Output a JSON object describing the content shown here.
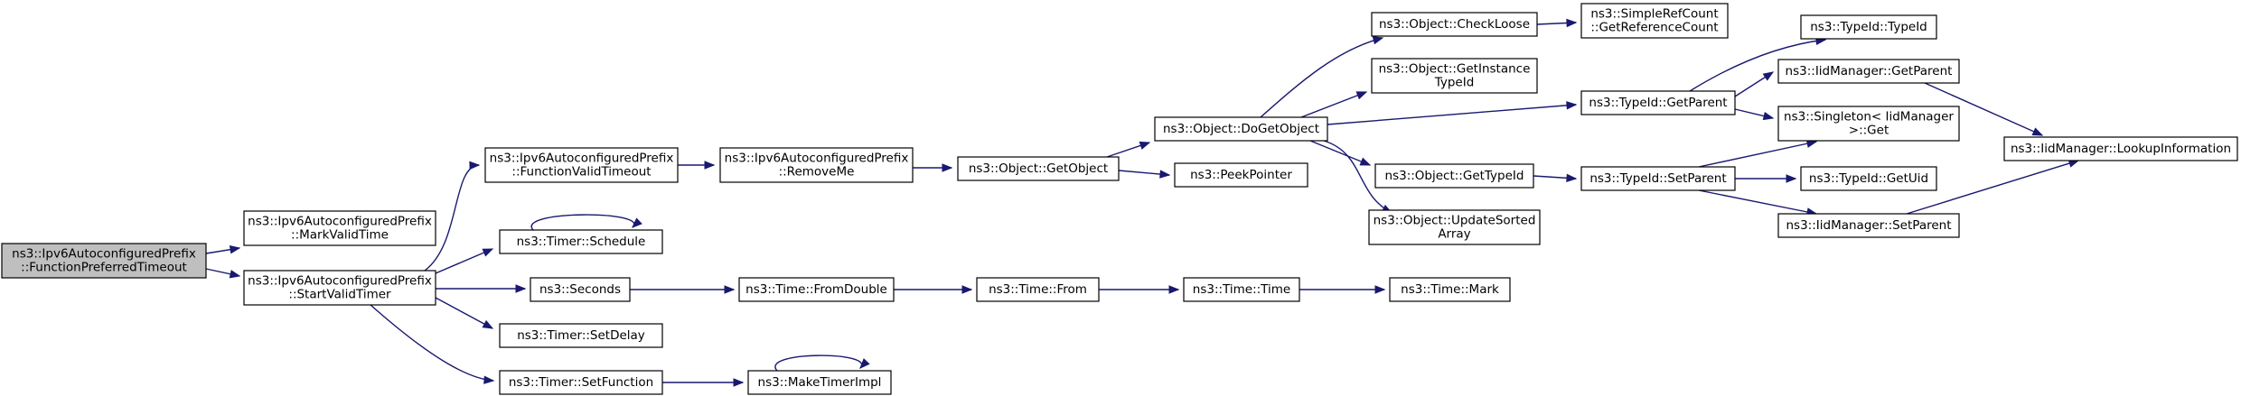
{
  "diagram": {
    "type": "call-graph",
    "edge_color": "#191970",
    "root_fill": "#bfbfbf",
    "nodes": [
      {
        "id": "root",
        "lines": [
          "ns3::Ipv6AutoconfiguredPrefix",
          "::FunctionPreferredTimeout"
        ],
        "root": true
      },
      {
        "id": "markValid",
        "lines": [
          "ns3::Ipv6AutoconfiguredPrefix",
          "::MarkValidTime"
        ]
      },
      {
        "id": "startValid",
        "lines": [
          "ns3::Ipv6AutoconfiguredPrefix",
          "::StartValidTimer"
        ]
      },
      {
        "id": "funcValid",
        "lines": [
          "ns3::Ipv6AutoconfiguredPrefix",
          "::FunctionValidTimeout"
        ]
      },
      {
        "id": "schedule",
        "lines": [
          "ns3::Timer::Schedule"
        ]
      },
      {
        "id": "seconds",
        "lines": [
          "ns3::Seconds"
        ]
      },
      {
        "id": "setDelay",
        "lines": [
          "ns3::Timer::SetDelay"
        ]
      },
      {
        "id": "setFunction",
        "lines": [
          "ns3::Timer::SetFunction"
        ]
      },
      {
        "id": "removeMe",
        "lines": [
          "ns3::Ipv6AutoconfiguredPrefix",
          "::RemoveMe"
        ]
      },
      {
        "id": "fromDouble",
        "lines": [
          "ns3::Time::FromDouble"
        ]
      },
      {
        "id": "makeTimer",
        "lines": [
          "ns3::MakeTimerImpl"
        ]
      },
      {
        "id": "getObject",
        "lines": [
          "ns3::Object::GetObject"
        ]
      },
      {
        "id": "timeFrom",
        "lines": [
          "ns3::Time::From"
        ]
      },
      {
        "id": "doGetObject",
        "lines": [
          "ns3::Object::DoGetObject"
        ]
      },
      {
        "id": "peekPointer",
        "lines": [
          "ns3::PeekPointer"
        ]
      },
      {
        "id": "timeTime",
        "lines": [
          "ns3::Time::Time"
        ]
      },
      {
        "id": "checkLoose",
        "lines": [
          "ns3::Object::CheckLoose"
        ]
      },
      {
        "id": "getInstance",
        "lines": [
          "ns3::Object::GetInstance",
          "TypeId"
        ]
      },
      {
        "id": "objGetTypeId",
        "lines": [
          "ns3::Object::GetTypeId"
        ]
      },
      {
        "id": "updateSorted",
        "lines": [
          "ns3::Object::UpdateSorted",
          "Array"
        ]
      },
      {
        "id": "timeMark",
        "lines": [
          "ns3::Time::Mark"
        ]
      },
      {
        "id": "simpleRef",
        "lines": [
          "ns3::SimpleRefCount",
          "::GetReferenceCount"
        ]
      },
      {
        "id": "typeGetParent",
        "lines": [
          "ns3::TypeId::GetParent"
        ]
      },
      {
        "id": "typeSetParent",
        "lines": [
          "ns3::TypeId::SetParent"
        ]
      },
      {
        "id": "typeTypeId",
        "lines": [
          "ns3::TypeId::TypeId"
        ]
      },
      {
        "id": "iidGetParent",
        "lines": [
          "ns3::IidManager::GetParent"
        ]
      },
      {
        "id": "singletonGet",
        "lines": [
          "ns3::Singleton< IidManager",
          " >::Get"
        ]
      },
      {
        "id": "typeGetUid",
        "lines": [
          "ns3::TypeId::GetUid"
        ]
      },
      {
        "id": "iidSetParent",
        "lines": [
          "ns3::IidManager::SetParent"
        ]
      },
      {
        "id": "lookupInfo",
        "lines": [
          "ns3::IidManager::LookupInformation"
        ]
      }
    ],
    "edges": [
      {
        "from": "root",
        "to": "markValid"
      },
      {
        "from": "root",
        "to": "startValid"
      },
      {
        "from": "startValid",
        "to": "funcValid"
      },
      {
        "from": "startValid",
        "to": "schedule"
      },
      {
        "from": "startValid",
        "to": "seconds"
      },
      {
        "from": "startValid",
        "to": "setDelay"
      },
      {
        "from": "startValid",
        "to": "setFunction"
      },
      {
        "from": "funcValid",
        "to": "removeMe"
      },
      {
        "from": "removeMe",
        "to": "getObject"
      },
      {
        "from": "getObject",
        "to": "doGetObject"
      },
      {
        "from": "getObject",
        "to": "peekPointer"
      },
      {
        "from": "doGetObject",
        "to": "checkLoose"
      },
      {
        "from": "doGetObject",
        "to": "getInstance"
      },
      {
        "from": "doGetObject",
        "to": "typeGetParent"
      },
      {
        "from": "doGetObject",
        "to": "objGetTypeId"
      },
      {
        "from": "doGetObject",
        "to": "updateSorted"
      },
      {
        "from": "checkLoose",
        "to": "simpleRef"
      },
      {
        "from": "typeGetParent",
        "to": "typeTypeId"
      },
      {
        "from": "typeGetParent",
        "to": "iidGetParent"
      },
      {
        "from": "typeGetParent",
        "to": "singletonGet"
      },
      {
        "from": "iidGetParent",
        "to": "lookupInfo"
      },
      {
        "from": "objGetTypeId",
        "to": "typeSetParent"
      },
      {
        "from": "typeSetParent",
        "to": "singletonGet"
      },
      {
        "from": "typeSetParent",
        "to": "typeGetUid"
      },
      {
        "from": "typeSetParent",
        "to": "iidSetParent"
      },
      {
        "from": "iidSetParent",
        "to": "lookupInfo"
      },
      {
        "from": "seconds",
        "to": "fromDouble"
      },
      {
        "from": "fromDouble",
        "to": "timeFrom"
      },
      {
        "from": "timeFrom",
        "to": "timeTime"
      },
      {
        "from": "timeTime",
        "to": "timeMark"
      },
      {
        "from": "setFunction",
        "to": "makeTimer"
      },
      {
        "from": "schedule",
        "to": "schedule"
      },
      {
        "from": "makeTimer",
        "to": "makeTimer"
      }
    ]
  }
}
